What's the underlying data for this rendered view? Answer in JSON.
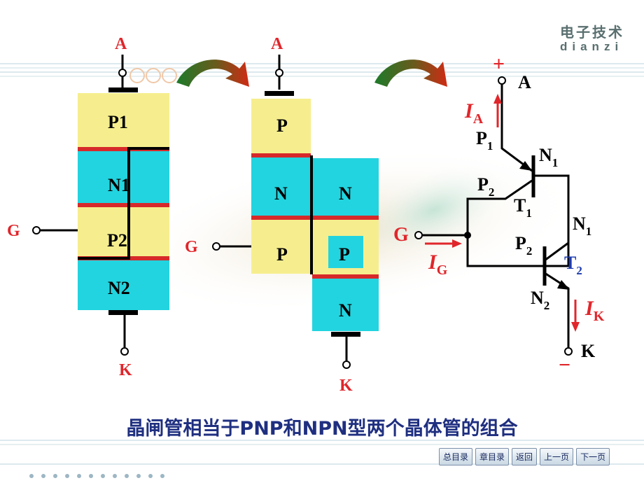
{
  "brand": {
    "cn": "电子技术",
    "en": "dianzi"
  },
  "caption": "晶闸管相当于PNP和NPN型两个晶体管的组合",
  "nav": [
    "总目录",
    "章目录",
    "返回",
    "上一页",
    "下一页"
  ],
  "colors": {
    "p_region": "#f6ee8e",
    "n_region": "#22d4df",
    "junction": "#d62a2a",
    "label_red": "#e0262b",
    "wire": "#000000",
    "caption": "#1f2f80",
    "brand": "#5a6f6f",
    "transistor_label": "#1e3cb0"
  },
  "structure1": {
    "anode": "A",
    "cathode": "K",
    "gate": "G",
    "layers": [
      "P1",
      "N1",
      "P2",
      "N2"
    ]
  },
  "structure2": {
    "anode": "A",
    "cathode": "K",
    "gate": "G",
    "left_layers": [
      "P",
      "N",
      "P"
    ],
    "right_layers": [
      "N",
      "P",
      "N"
    ]
  },
  "circuit": {
    "plus": "+",
    "minus": "−",
    "anode": "A",
    "cathode": "K",
    "gate": "G",
    "current_a": {
      "main": "I",
      "sub": "A"
    },
    "current_g": {
      "main": "I",
      "sub": "G"
    },
    "current_k": {
      "main": "I",
      "sub": "K"
    },
    "p1": {
      "main": "P",
      "sub": "1"
    },
    "n1_top": {
      "main": "N",
      "sub": "1"
    },
    "p2_top": {
      "main": "P",
      "sub": "2"
    },
    "t1": {
      "main": "T",
      "sub": "1"
    },
    "n1_right": {
      "main": "N",
      "sub": "1"
    },
    "p2_low": {
      "main": "P",
      "sub": "2"
    },
    "t2": {
      "main": "T",
      "sub": "2"
    },
    "n2": {
      "main": "N",
      "sub": "2"
    }
  }
}
